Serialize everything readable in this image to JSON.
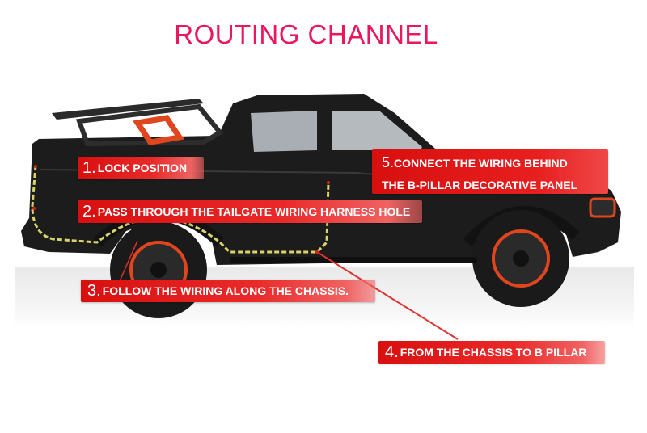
{
  "title": "ROUTING CHANNEL",
  "labels": {
    "step1": {
      "num": "1.",
      "text": "LOCK POSITION"
    },
    "step2": {
      "num": "2.",
      "text": "PASS THROUGH THE TAILGATE WIRING HARNESS HOLE"
    },
    "step3": {
      "num": "3.",
      "text": "FOLLOW THE WIRING ALONG THE CHASSIS."
    },
    "step4": {
      "num": "4.",
      "text": "FROM THE CHASSIS TO B PILLAR"
    },
    "step5": {
      "num": "5.",
      "line1": "CONNECT THE WIRING BEHIND",
      "line2": "THE B-PILLAR DECORATIVE PANEL"
    }
  },
  "colors": {
    "title": "#e8185c",
    "label_bg": "#e01818",
    "route_line": "#d9d36a",
    "truck_body": "#1c1c1c",
    "accent": "#e0461e"
  }
}
